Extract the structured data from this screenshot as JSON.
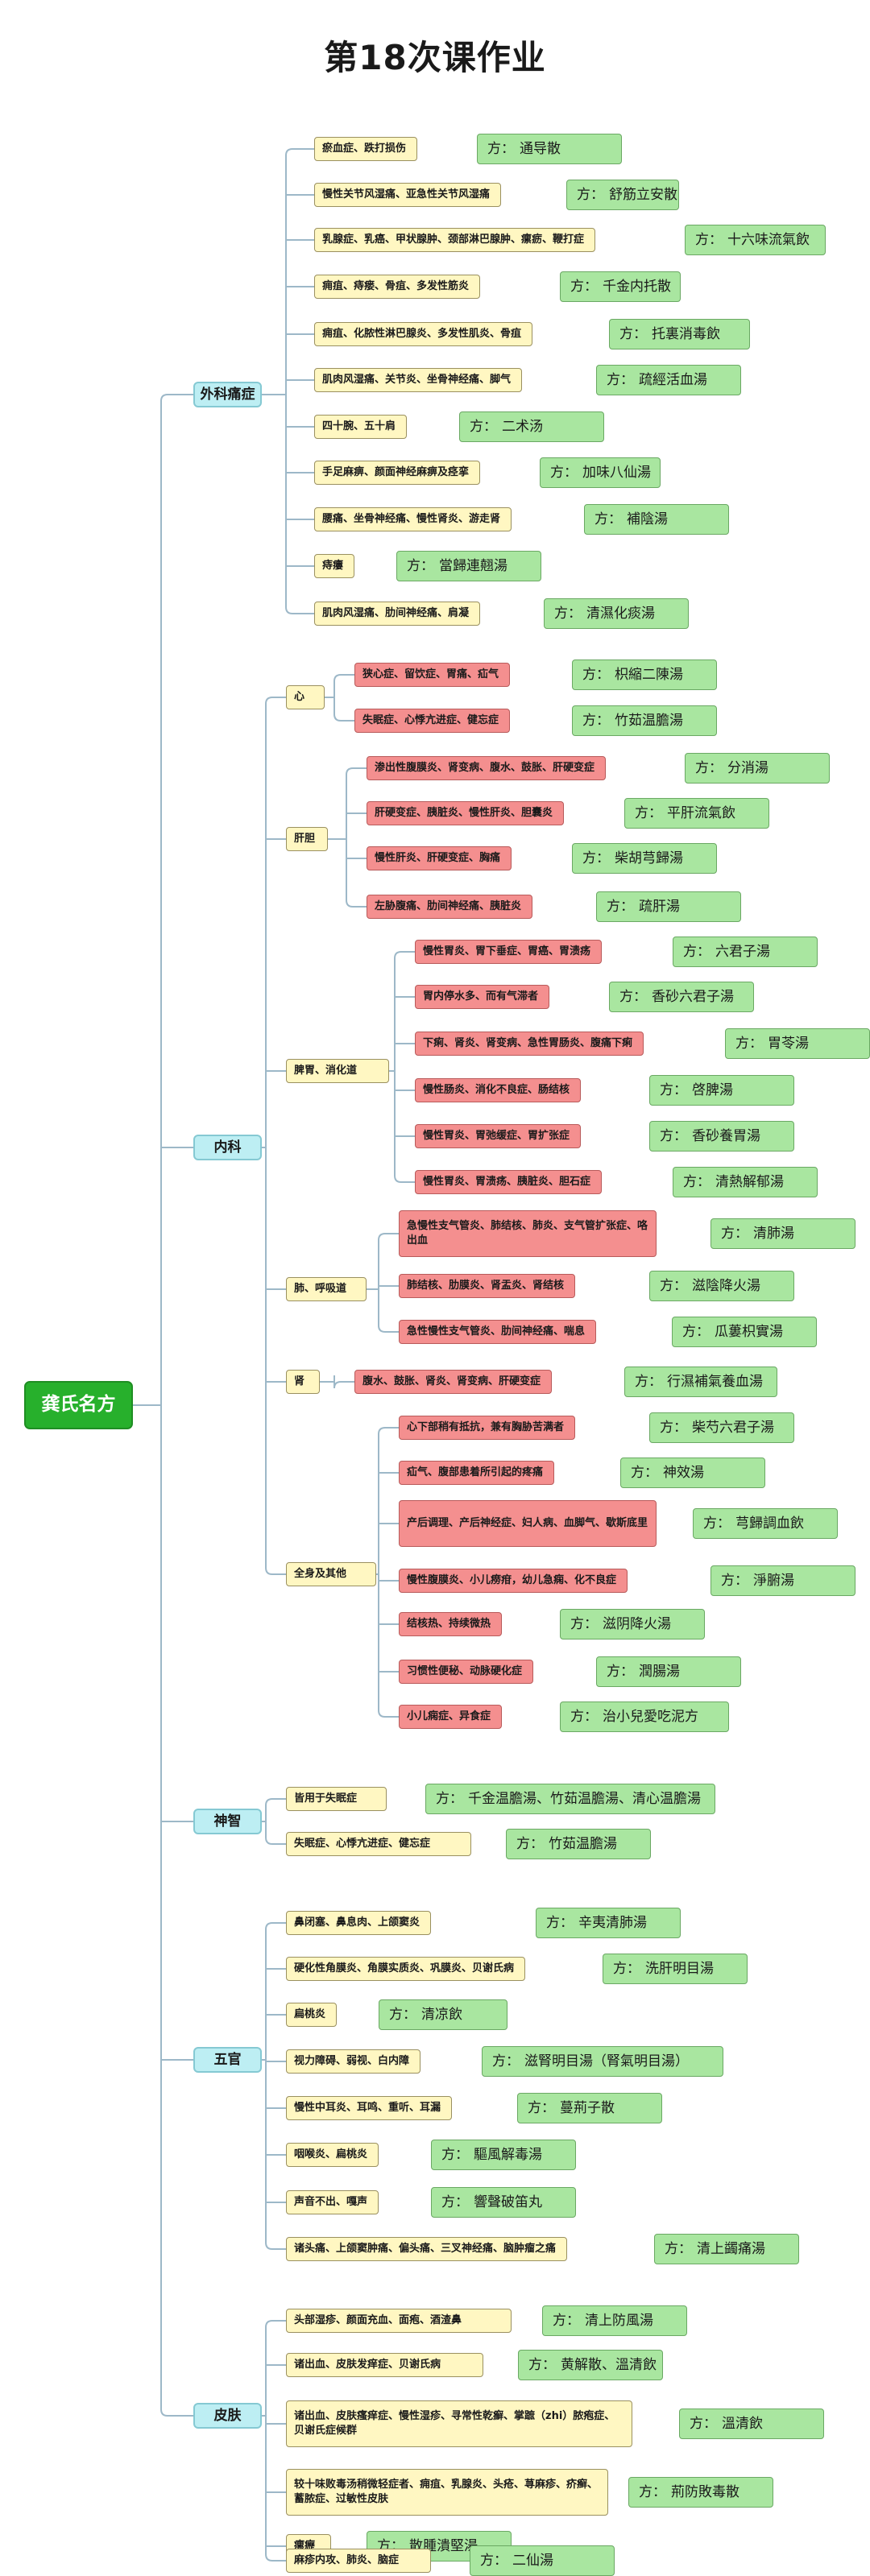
{
  "title": "第18次课作业",
  "root": "龚氏名方",
  "fang_prefix": "方：",
  "colors": {
    "line": "#9db8c8",
    "root": "#27b02c",
    "category": "#bdeef3",
    "condition_yellow": "#fff7c2",
    "condition_red": "#f48f8f",
    "prescription": "#a9e6a0"
  },
  "categories": [
    {
      "name": "外科痛症",
      "items": [
        {
          "condition": "瘀血症、跌打损伤",
          "fang": "通导散"
        },
        {
          "condition": "慢性关节风湿痛、亚急性关节风湿痛",
          "fang": "舒筋立安散"
        },
        {
          "condition": "乳腺症、乳癌、甲状腺肿、颈部淋巴腺肿、瘰疬、鞭打症",
          "fang": "十六味流氣飲"
        },
        {
          "condition": "痈疽、痔瘘、骨疽、多发性筋炎",
          "fang": "千金内托散"
        },
        {
          "condition": "痈疽、化脓性淋巴腺炎、多发性肌炎、骨疽",
          "fang": "托裏消毒飲"
        },
        {
          "condition": "肌肉风湿痛、关节炎、坐骨神经痛、脚气",
          "fang": "疏經活血湯"
        },
        {
          "condition": "四十腕、五十肩",
          "fang": "二术汤"
        },
        {
          "condition": "手足麻痹、颜面神经麻痹及痉挛",
          "fang": "加味八仙湯"
        },
        {
          "condition": "腰痛、坐骨神经痛、慢性肾炎、游走肾",
          "fang": "補陰湯"
        },
        {
          "condition": "痔瘻",
          "fang": "當歸連翹湯"
        },
        {
          "condition": "肌肉风湿痛、肋间神经痛、肩凝",
          "fang": "清濕化痰湯"
        }
      ]
    },
    {
      "name": "内科",
      "groups": [
        {
          "name": "心",
          "items": [
            {
              "condition": "狭心症、留饮症、胃痛、疝气",
              "fang": "枳縮二陳湯"
            },
            {
              "condition": "失眠症、心悸亢进症、健忘症",
              "fang": "竹茹温膽湯"
            }
          ]
        },
        {
          "name": "肝胆",
          "items": [
            {
              "condition": "渗出性腹膜炎、肾变病、腹水、鼓胀、肝硬变症",
              "fang": "分消湯"
            },
            {
              "condition": "肝硬变症、胰脏炎、慢性肝炎、胆囊炎",
              "fang": "平肝流氣飲"
            },
            {
              "condition": "慢性肝炎、肝硬变症、胸痛",
              "fang": "柴胡芎歸湯"
            },
            {
              "condition": "左胁腹痛、肋间神经痛、胰脏炎",
              "fang": "疏肝湯"
            }
          ]
        },
        {
          "name": "脾胃、消化道",
          "items": [
            {
              "condition": "慢性胃炎、胃下垂症、胃癌、胃溃疡",
              "fang": "六君子湯"
            },
            {
              "condition": "胃内停水多、而有气滞者",
              "fang": "香砂六君子湯"
            },
            {
              "condition": "下痢、肾炎、肾变病、急性胃肠炎、腹痛下痢",
              "fang": "胃苓湯"
            },
            {
              "condition": "慢性肠炎、消化不良症、肠结核",
              "fang": "啓脾湯"
            },
            {
              "condition": "慢性胃炎、胃弛缓症、胃扩张症",
              "fang": "香砂養胃湯"
            },
            {
              "condition": "慢性胃炎、胃溃疡、胰脏炎、胆石症",
              "fang": "清熱解郁湯"
            }
          ]
        },
        {
          "name": "肺、呼吸道",
          "items": [
            {
              "condition": "急慢性支气管炎、肺结核、肺炎、支气管扩张症、咯出血",
              "fang": "清肺湯"
            },
            {
              "condition": "肺结核、肋膜炎、肾盂炎、肾结核",
              "fang": "滋陰降火湯"
            },
            {
              "condition": "急性慢性支气管炎、肋间神经痛、喘息",
              "fang": "瓜蔞枳實湯"
            }
          ]
        },
        {
          "name": "肾",
          "items": [
            {
              "condition": "腹水、鼓胀、肾炎、肾变病、肝硬变症",
              "fang": "行濕補氣養血湯"
            }
          ]
        },
        {
          "name": "全身及其他",
          "items": [
            {
              "condition": "心下部稍有抵抗，兼有胸胁苦满者",
              "fang": "柴芍六君子湯"
            },
            {
              "condition": "疝气、腹部患着所引起的疼痛",
              "fang": "神效湯"
            },
            {
              "condition": "产后调理、产后神经症、妇人病、血脚气、歇斯底里",
              "fang": "芎歸調血飲"
            },
            {
              "condition": "慢性腹膜炎、小儿痨疳，幼儿急痫、化不良症",
              "fang": "淨腑湯"
            },
            {
              "condition": "结核热、持续微热",
              "fang": "滋阴降火湯"
            },
            {
              "condition": "习惯性便秘、动脉硬化症",
              "fang": "潤腸湯"
            },
            {
              "condition": "小儿痫症、异食症",
              "fang": "治小兒愛吃泥方"
            }
          ]
        }
      ]
    },
    {
      "name": "神智",
      "items": [
        {
          "condition": "皆用于失眠症",
          "fang": "千金温膽湯、竹茹温膽湯、清心温膽湯"
        },
        {
          "condition": "失眠症、心悸亢进症、健忘症",
          "fang": "竹茹温膽湯"
        }
      ]
    },
    {
      "name": "五官",
      "items": [
        {
          "condition": "鼻闭塞、鼻息肉、上颌窦炎",
          "fang": "辛夷清肺湯"
        },
        {
          "condition": "硬化性角膜炎、角膜实质炎、巩膜炎、贝谢氏病",
          "fang": "洗肝明目湯"
        },
        {
          "condition": "扁桃炎",
          "fang": "清凉飲"
        },
        {
          "condition": "视力障碍、弱视、白内障",
          "fang": "滋腎明目湯（腎氣明目湯）"
        },
        {
          "condition": "慢性中耳炎、耳鸣、重听、耳漏",
          "fang": "蔓荊子散"
        },
        {
          "condition": "咽喉炎、扁桃炎",
          "fang": "驅風解毒湯"
        },
        {
          "condition": "声音不出、嘎声",
          "fang": "響聲破笛丸"
        },
        {
          "condition": "诸头痛、上颌窦肿痛、偏头痛、三叉神经痛、脑肿瘤之痛",
          "fang": "清上蠲痛湯"
        }
      ]
    },
    {
      "name": "皮肤",
      "items": [
        {
          "condition": "头部湿疹、颜面充血、面疱、酒渣鼻",
          "fang": "清上防風湯"
        },
        {
          "condition": "诸出血、皮肤发痒症、贝谢氏病",
          "fang": "黄解散、溫清飲"
        },
        {
          "condition": "诸出血、皮肤瘙痒症、慢性湿疹、寻常性乾癬、掌蹠（zhi）脓疱症、贝谢氏症候群",
          "fang": "溫清飲"
        },
        {
          "condition": "较十味败毒汤稍微轻症者、痈疽、乳腺炎、头疮、荨麻疹、疥癣、蓄脓症、过敏性皮肤",
          "fang": "荊防敗毒散"
        },
        {
          "condition": "瘰癧",
          "fang": "散腫潰堅湯"
        },
        {
          "condition": "麻疹内攻、肺炎、脑症",
          "fang": "二仙湯"
        }
      ]
    }
  ]
}
